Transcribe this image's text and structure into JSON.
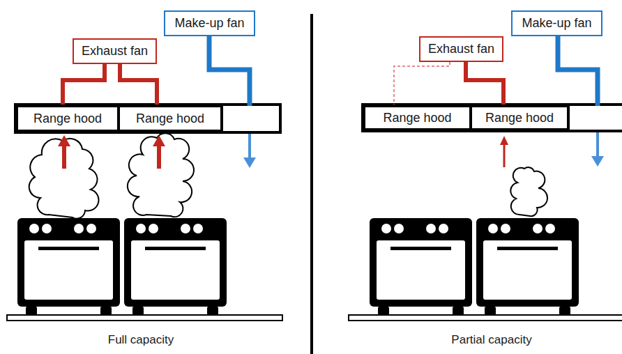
{
  "diagram": {
    "nodes": [
      {
        "text": [
          "Exhaust fan"
        ]
      },
      {
        "text": [
          "Make-up fan"
        ]
      },
      {
        "text": [
          "Range hood"
        ]
      },
      {
        "text": [
          "Range hood"
        ]
      },
      {
        "text": [
          "Exhaust fan"
        ]
      },
      {
        "text": [
          "Make-up fan"
        ]
      },
      {
        "text": [
          "Range hood"
        ]
      },
      {
        "text": [
          "Range hood"
        ]
      }
    ],
    "edges": [
      {
        "from": 0,
        "to": 2,
        "arrow": "none"
      },
      {
        "from": 0,
        "to": 3,
        "arrow": "none"
      },
      {
        "from": 4,
        "to": 6,
        "arrow": "none"
      },
      {
        "from": 4,
        "to": 7,
        "arrow": "none"
      }
    ],
    "labels": [
      "Full capacity",
      "Partial capacity"
    ]
  }
}
